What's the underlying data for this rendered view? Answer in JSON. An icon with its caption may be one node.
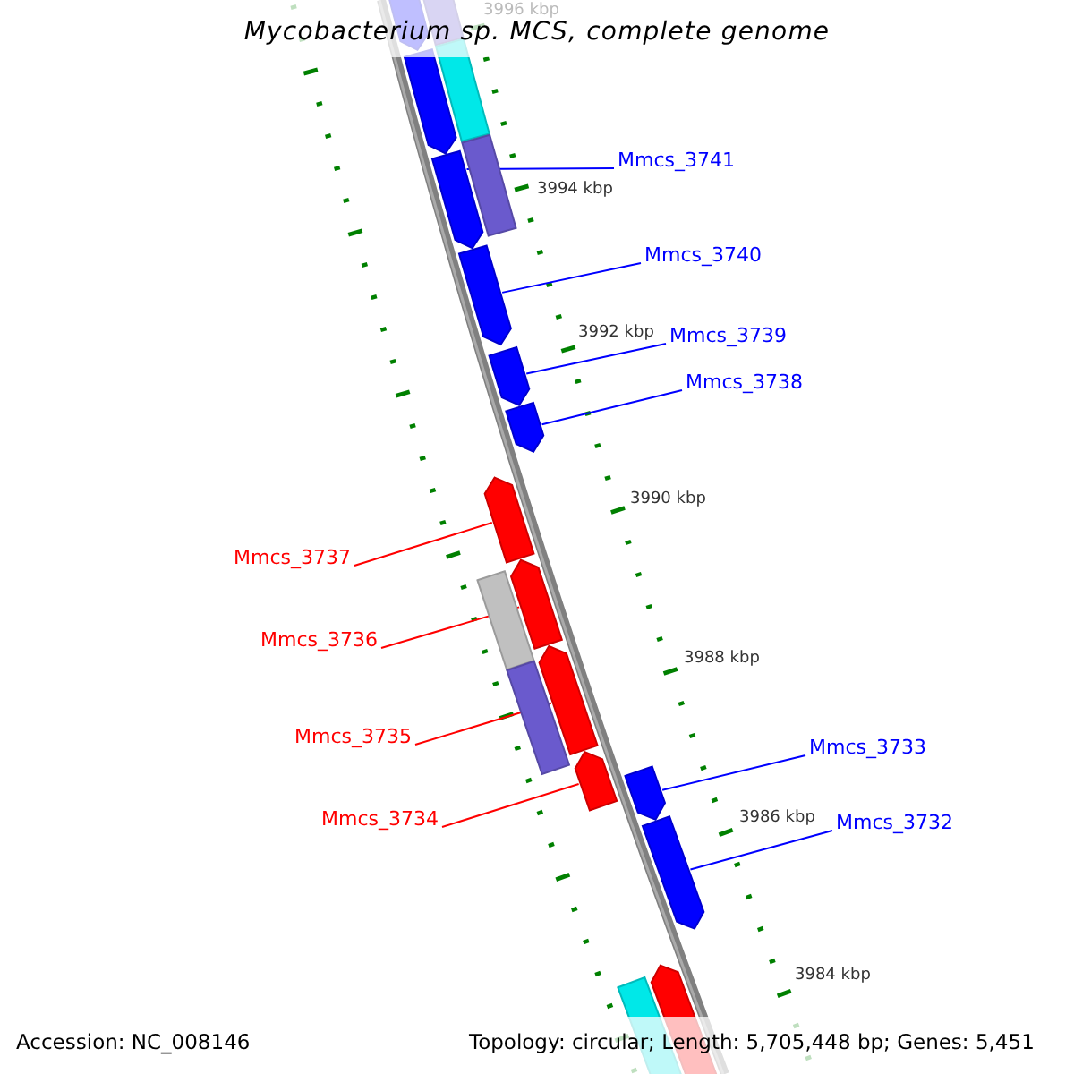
{
  "diagram": {
    "title": "Mycobacterium sp. MCS, complete genome",
    "nodes": [
      {
        "text": [],
        "shape": "bar"
      },
      {
        "text": [],
        "shape": "bar"
      },
      {
        "text": [],
        "shape": "bar"
      },
      {
        "text": [],
        "shape": "bar"
      },
      {
        "text": [],
        "shape": "bar"
      },
      {
        "text": [
          "Mmcs_3741"
        ]
      },
      {
        "text": [],
        "shape": "bar"
      },
      {
        "text": [
          "Mmcs_3740"
        ]
      },
      {
        "text": [],
        "shape": "bar"
      },
      {
        "text": [
          "Mmcs_3739"
        ]
      },
      {
        "text": [],
        "shape": "bar"
      },
      {
        "text": [
          "Mmcs_3738"
        ]
      },
      {
        "text": [],
        "shape": "bar"
      },
      {
        "text": [],
        "shape": "bar"
      },
      {
        "text": [
          "Mmcs_3737"
        ]
      },
      {
        "text": [],
        "shape": "bar"
      },
      {
        "text": [],
        "shape": "bar"
      },
      {
        "text": [
          "Mmcs_3736"
        ]
      },
      {
        "text": [],
        "shape": "bar"
      },
      {
        "text": [],
        "shape": "bar"
      },
      {
        "text": [
          "Mmcs_3735"
        ]
      },
      {
        "text": [],
        "shape": "bar"
      },
      {
        "text": [
          "Mmcs_3734"
        ]
      },
      {
        "text": [],
        "shape": "bar"
      },
      {
        "text": [
          "Mmcs_3733"
        ]
      },
      {
        "text": [],
        "shape": "bar"
      },
      {
        "text": [
          "Mmcs_3732"
        ]
      },
      {
        "text": [],
        "shape": "bar"
      },
      {
        "text": [],
        "shape": "bar"
      }
    ],
    "edges": [
      {
        "from": 5,
        "to": 6,
        "arrow": "none"
      },
      {
        "from": 7,
        "to": 8,
        "arrow": "none"
      },
      {
        "from": 9,
        "to": 10,
        "arrow": "none"
      },
      {
        "from": 11,
        "to": 12,
        "arrow": "none"
      },
      {
        "from": 14,
        "to": 13,
        "arrow": "none",
        "color": "#ff0000"
      },
      {
        "from": 17,
        "to": 16,
        "arrow": "none",
        "color": "#ff0000"
      },
      {
        "from": 20,
        "to": 19,
        "arrow": "none",
        "color": "#ff0000"
      },
      {
        "from": 22,
        "to": 21,
        "arrow": "none",
        "color": "#ff0000"
      },
      {
        "from": 24,
        "to": 23,
        "arrow": "none"
      },
      {
        "from": 26,
        "to": 25,
        "arrow": "none"
      }
    ],
    "labels": [
      "3996 kbp",
      "3994 kbp",
      "3992 kbp",
      "3990 kbp",
      "3988 kbp",
      "3986 kbp",
      "3984 kbp",
      "Accession: NC_008146",
      "Topology: circular; Length: 5,705,448 bp; Genes: 5,451"
    ]
  }
}
